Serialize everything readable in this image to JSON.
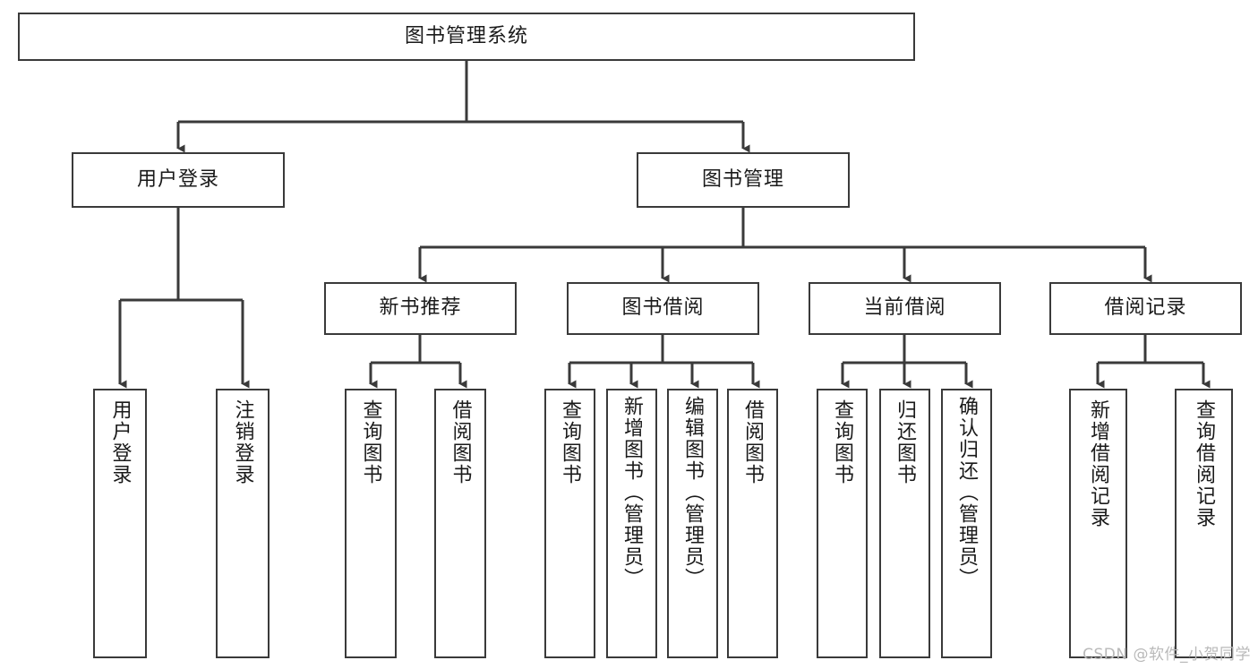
{
  "diagram": {
    "title": "图书管理系统",
    "root": {
      "label": "图书管理系统"
    },
    "level2": [
      {
        "label": "用户登录"
      },
      {
        "label": "图书管理"
      }
    ],
    "level3": [
      {
        "label": "新书推荐"
      },
      {
        "label": "图书借阅"
      },
      {
        "label": "当前借阅"
      },
      {
        "label": "借阅记录"
      }
    ],
    "leaves": {
      "user_login": [
        {
          "label": "用户登录"
        },
        {
          "label": "注销登录"
        }
      ],
      "new_book_recommend": [
        {
          "label": "查询图书"
        },
        {
          "label": "借阅图书"
        }
      ],
      "book_borrow": [
        {
          "label": "查询图书"
        },
        {
          "label": "新增图书（管理员）"
        },
        {
          "label": "编辑图书（管理员）"
        },
        {
          "label": "借阅图书"
        }
      ],
      "current_borrow": [
        {
          "label": "查询图书"
        },
        {
          "label": "归还图书"
        },
        {
          "label": "确认归还（管理员）"
        }
      ],
      "borrow_record": [
        {
          "label": "新增借阅记录"
        },
        {
          "label": "查询借阅记录"
        }
      ]
    }
  },
  "watermark": {
    "text": "CSDN @软件_小贺同学"
  },
  "colors": {
    "stroke": "#3a3a3a",
    "node_fill": "#ffffff",
    "text": "#1a1a1a",
    "watermark": "#b9b9b9"
  }
}
